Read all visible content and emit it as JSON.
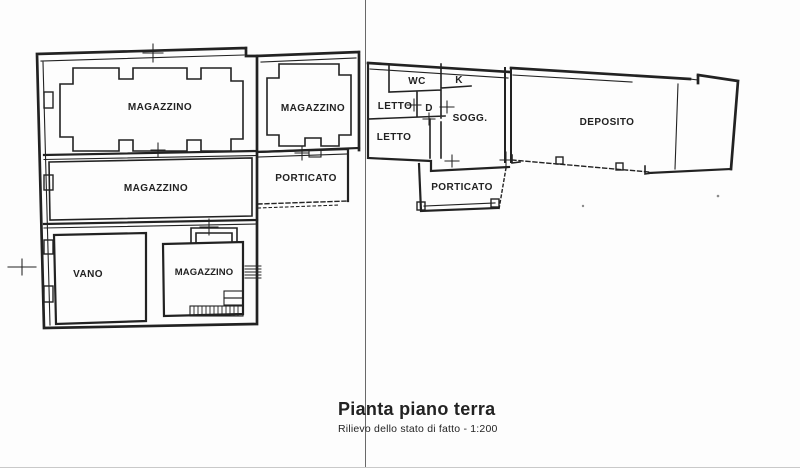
{
  "document": {
    "title": "Pianta piano terra",
    "subtitle": "Rilievo dello stato di fatto - 1:200"
  },
  "colors": {
    "paper": "#fdfdfd",
    "ink": "#222222",
    "fold_line": "#4f4f4f"
  },
  "plan": {
    "rooms": [
      {
        "id": "magazzino-nw",
        "label": "MAGAZZINO"
      },
      {
        "id": "magazzino-w",
        "label": "MAGAZZINO"
      },
      {
        "id": "magazzino-mid",
        "label": "MAGAZZINO"
      },
      {
        "id": "porticato-left",
        "label": "PORTICATO"
      },
      {
        "id": "letto-upper",
        "label": "LETTO"
      },
      {
        "id": "wc",
        "label": "WC"
      },
      {
        "id": "disimpegno",
        "label": "D"
      },
      {
        "id": "cucina",
        "label": "K"
      },
      {
        "id": "soggiorno",
        "label": "SOGG."
      },
      {
        "id": "letto-lower",
        "label": "LETTO"
      },
      {
        "id": "porticato-right",
        "label": "PORTICATO"
      },
      {
        "id": "deposito",
        "label": "DEPOSITO"
      },
      {
        "id": "vano",
        "label": "VANO"
      },
      {
        "id": "magazzino-s",
        "label": "MAGAZZINO"
      }
    ]
  }
}
